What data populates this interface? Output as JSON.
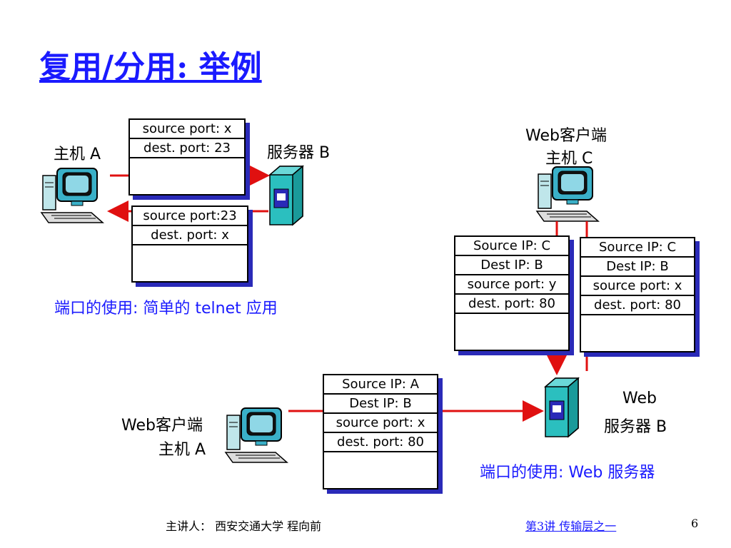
{
  "title": "复用/分用: 举例",
  "labels": {
    "host_a": "主机 A",
    "server_b": "服务器 B",
    "web_client_c_line1": "Web客户端",
    "web_client_c_line2": "主机 C",
    "web_client_a_line1": "Web客户端",
    "web_client_a_line2": "主机 A",
    "web_server_line1": "Web",
    "web_server_line2": "服务器 B",
    "telnet_caption": "端口的使用: 简单的 telnet 应用",
    "web_caption": "端口的使用: Web 服务器"
  },
  "packets": {
    "telnet_request": [
      "source port: x",
      "dest. port: 23"
    ],
    "telnet_reply": [
      "source port:23",
      "dest. port: x"
    ],
    "c_packet_1": [
      "Source IP: C",
      "Dest IP: B",
      "source port: y",
      "dest. port: 80"
    ],
    "c_packet_2": [
      "Source IP: C",
      "Dest IP: B",
      "source port: x",
      "dest. port: 80"
    ],
    "a_packet": [
      "Source IP: A",
      "Dest IP: B",
      "source port: x",
      "dest. port: 80"
    ]
  },
  "footer": {
    "lecturer": "主讲人： 西安交通大学  程向前",
    "chapter": "第3讲  传输层之一",
    "page": "6"
  },
  "colors": {
    "title": "#1a1aff",
    "arrow": "#e01010",
    "shadow": "#2a2ab8",
    "server": "#2bbfbf"
  }
}
